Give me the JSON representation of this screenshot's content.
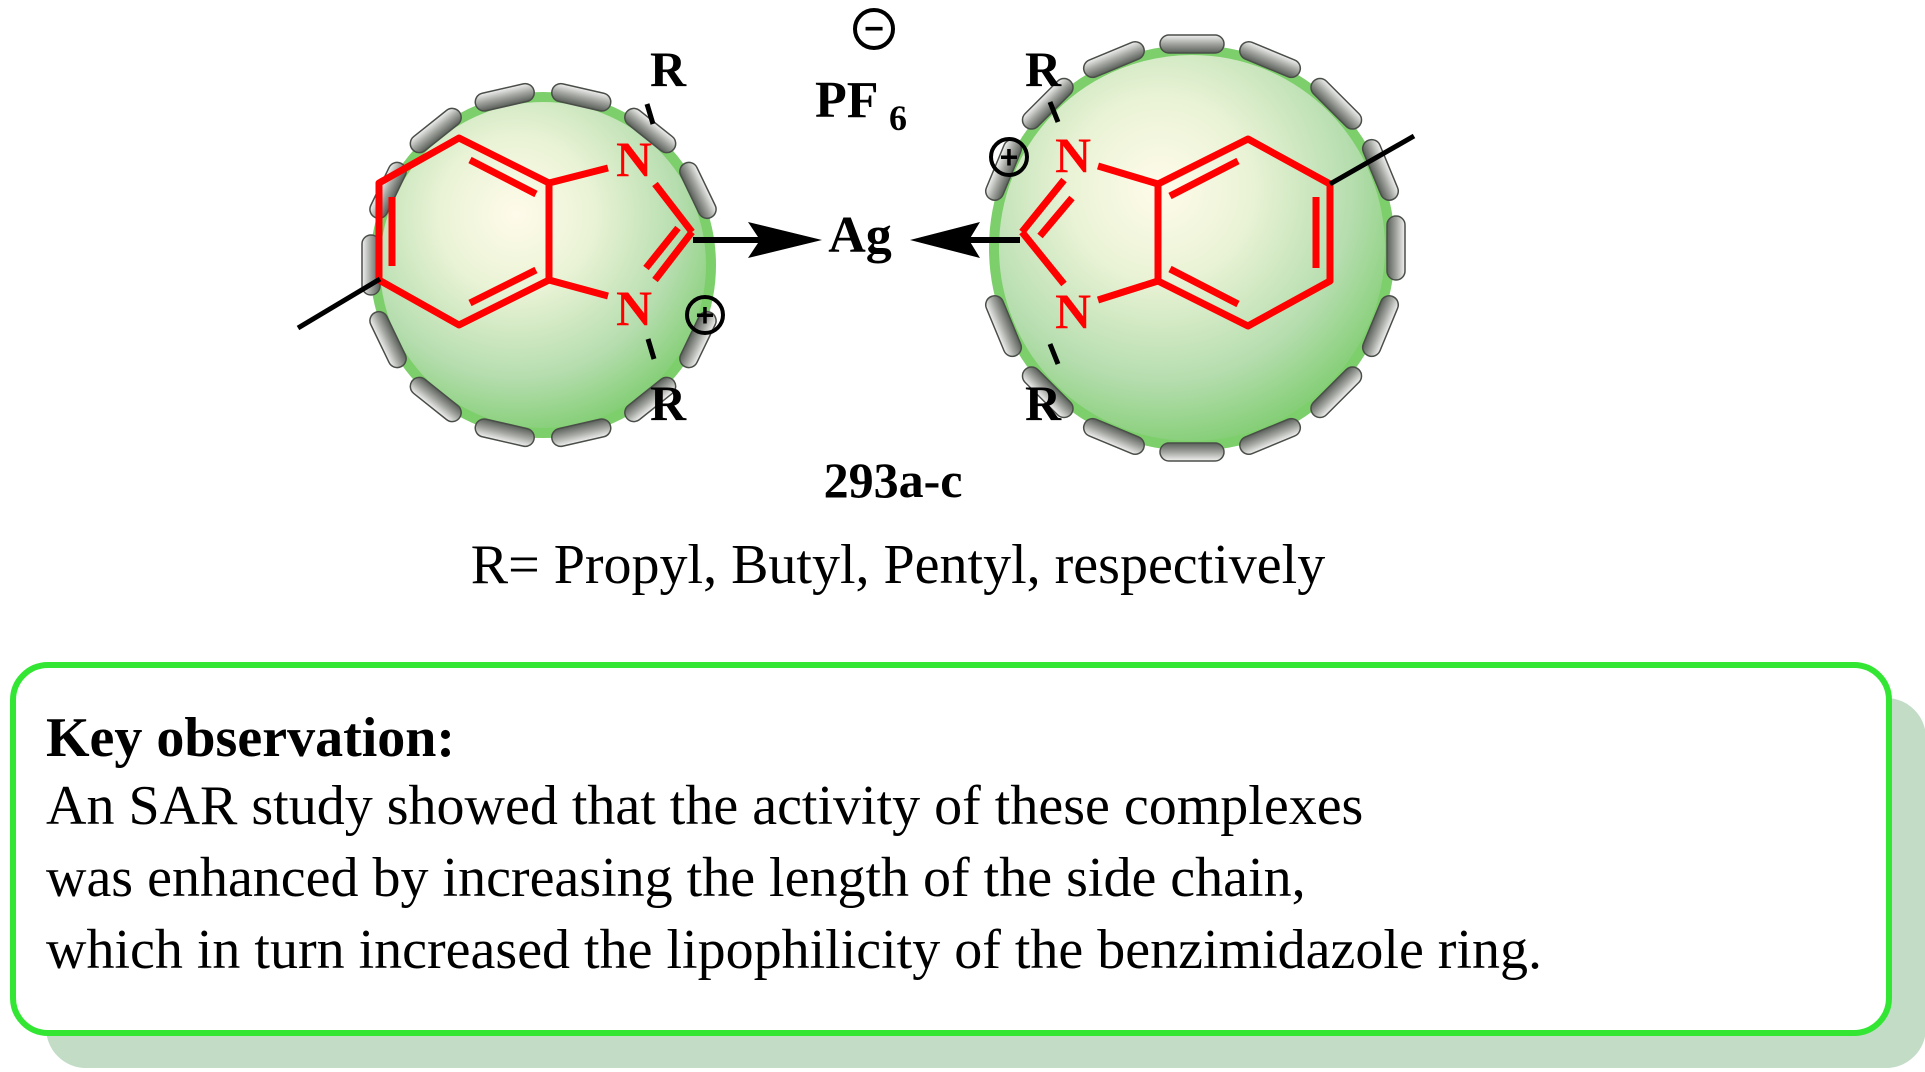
{
  "scheme": {
    "substituent_top_left": "R",
    "substituent_bottom_left": "R",
    "substituent_top_right": "R",
    "substituent_bottom_right": "R",
    "nitrogen_label": "N",
    "metal": "Ag",
    "counterion_base": "PF",
    "counterion_subscript": "6",
    "counterion_charge": "−",
    "cation_charge": "+",
    "compound_id": "293a-c",
    "r_definition": "R= Propyl, Butyl, Pentyl, respectively"
  },
  "note": {
    "heading": "Key observation:",
    "lines": [
      "An SAR study showed that the activity of these complexes",
      "was enhanced by increasing the length of the side chain,",
      "which in turn increased the lipophilicity of the benzimidazole ring."
    ]
  },
  "colors": {
    "ring_bond": "#ff0000",
    "sphere_fill": "#a8d8a0",
    "sphere_edge": "#7ccf6a",
    "note_border": "#33e633",
    "note_shadow": "#c2dcc6"
  }
}
